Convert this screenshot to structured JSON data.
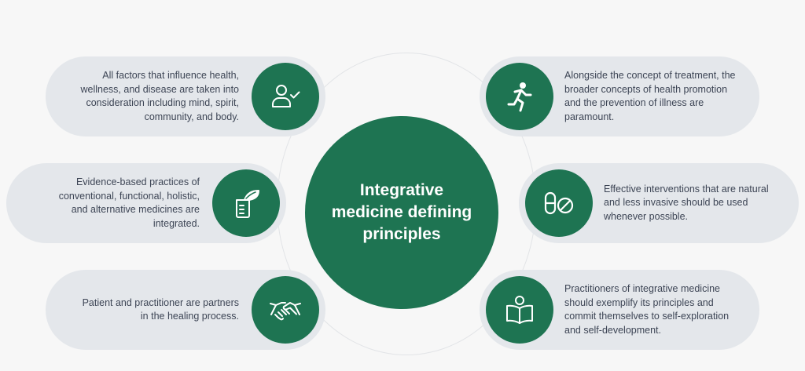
{
  "center": {
    "title": "Integrative medicine defining principles"
  },
  "principles": [
    {
      "text": "All factors that influence health, wellness, and disease are taken into consideration including mind, spirit, community, and body.",
      "icon": "person-check-icon"
    },
    {
      "text": "Alongside the concept of treatment, the broader concepts of health promotion and the prevention of illness are paramount.",
      "icon": "running-person-icon"
    },
    {
      "text": "Evidence-based practices of conventional, functional, holistic, and alternative medicines are integrated.",
      "icon": "mortar-herb-icon"
    },
    {
      "text": "Effective interventions that are natural and less invasive should be used whenever possible.",
      "icon": "pills-icon"
    },
    {
      "text": "Patient and practitioner are partners in the healing process.",
      "icon": "handshake-icon"
    },
    {
      "text": "Practitioners of integrative medicine should exemplify its principles and commit themselves to self-exploration and self-development.",
      "icon": "reading-person-icon"
    }
  ],
  "colors": {
    "accent_green": "#1e7452",
    "pill_background": "#e4e7eb",
    "text": "#3d4555",
    "page_background": "#f7f7f7"
  }
}
